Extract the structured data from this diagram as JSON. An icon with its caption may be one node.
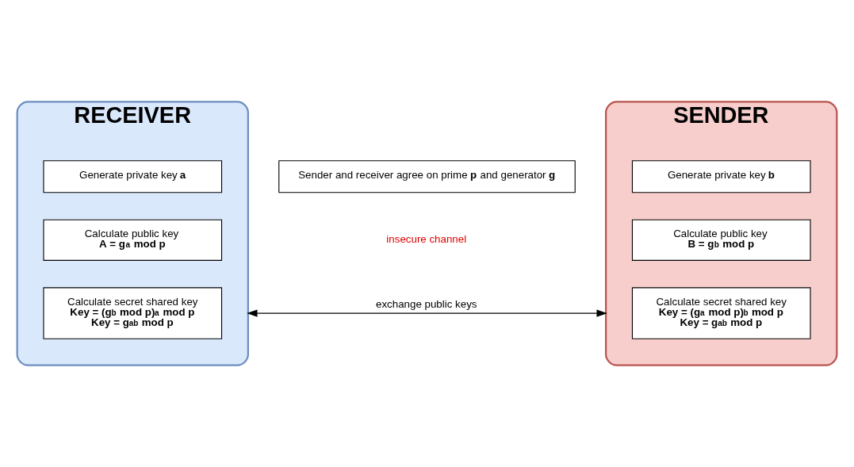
{
  "diagram": {
    "nodes": [
      {
        "text": [
          "RECEIVER"
        ]
      },
      {
        "text": [
          "Generate private key **a**"
        ],
        "in": 0
      },
      {
        "text": [
          "Calculate public key",
          "A = g$^{a}$ mod p"
        ],
        "in": 0
      },
      {
        "text": [
          "Calculate secret shared key",
          "Key = (g$^{b}$ mod p)$^{a}$ mod p",
          "Key = g$^{ab}$ mod p"
        ],
        "in": 0
      },
      {
        "text": [
          "Sender and receiver agree on prime **p** and generator **g**"
        ]
      },
      {
        "text": [
          "SENDER"
        ]
      },
      {
        "text": [
          "Generate private key **b**"
        ],
        "in": 5
      },
      {
        "text": [
          "Calculate public key",
          "B = g$^{b}$ mod p"
        ],
        "in": 5
      },
      {
        "text": [
          "Calculate secret shared key",
          "Key = (g$^{a}$ mod p)$^{b}$ mod p",
          "Key = g$^{ab}$ mod p"
        ],
        "in": 5
      }
    ],
    "edges": [
      {
        "from": 0,
        "to": 5,
        "arrow": "both",
        "label": "exchange public keys"
      }
    ],
    "labels": [
      "insecure channel"
    ]
  }
}
